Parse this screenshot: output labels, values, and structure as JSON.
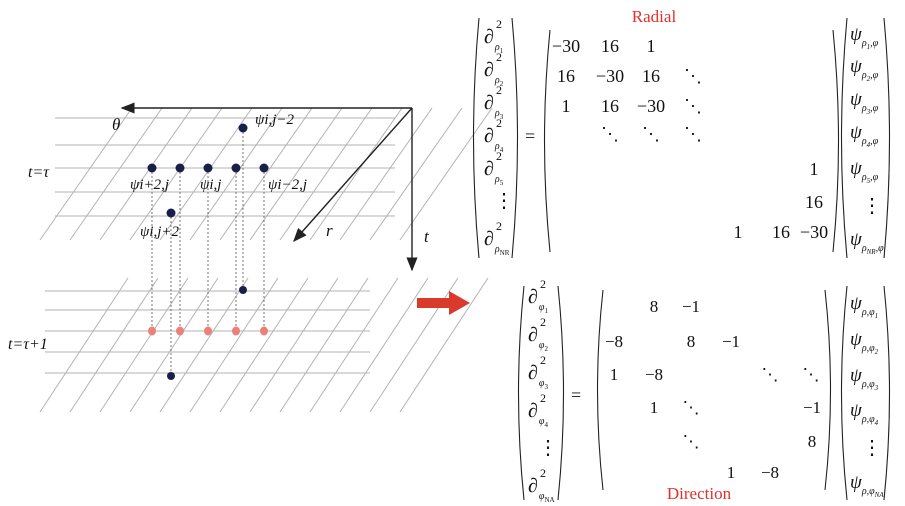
{
  "grid_labels": {
    "theta": "θ",
    "r": "r",
    "t": "t",
    "t_tau": "t=τ",
    "t_tau1": "t=τ+1",
    "psi_i_j_m2": "ψi,j−2",
    "psi_ip2_j": "ψi+2,j",
    "psi_i_j": "ψi,j",
    "psi_im2_j": "ψi−2,j",
    "psi_i_jp2": "ψi,j+2"
  },
  "radial": {
    "title": "Radial",
    "lhs_symbol": "∂",
    "lhs": [
      {
        "sub": "ρ1",
        "sup": "2"
      },
      {
        "sub": "ρ2",
        "sup": "2"
      },
      {
        "sub": "ρ3",
        "sup": "2"
      },
      {
        "sub": "ρ4",
        "sup": "2"
      },
      {
        "sub": "ρ5",
        "sup": "2"
      },
      {
        "sub": "⋮",
        "sup": ""
      },
      {
        "sub": "ρNR",
        "sup": "2"
      }
    ],
    "equals": "=",
    "matrix": [
      [
        "−30",
        "16",
        "1",
        "",
        "",
        "",
        ""
      ],
      [
        "16",
        "−30",
        "16",
        "⋱",
        "",
        "",
        ""
      ],
      [
        "1",
        "16",
        "−30",
        "⋱",
        "",
        "",
        ""
      ],
      [
        "",
        "⋱",
        "⋱",
        "⋱",
        "",
        "",
        ""
      ],
      [
        "",
        "",
        "",
        "",
        "",
        "",
        "1"
      ],
      [
        "",
        "",
        "",
        "",
        "",
        "",
        "16"
      ],
      [
        "",
        "",
        "",
        "",
        "1",
        "16",
        "−30"
      ]
    ],
    "rhs_symbol": "ψ",
    "rhs": [
      "ρ1,φ",
      "ρ2,φ",
      "ρ3,φ",
      "ρ4,φ",
      "ρ5,φ",
      "⋮",
      "ρNR,φ"
    ]
  },
  "direction": {
    "title": "Direction",
    "lhs_symbol": "∂",
    "lhs": [
      {
        "sub": "φ1",
        "sup": "2"
      },
      {
        "sub": "φ2",
        "sup": "2"
      },
      {
        "sub": "φ3",
        "sup": "2"
      },
      {
        "sub": "φ4",
        "sup": "2"
      },
      {
        "sub": "⋮",
        "sup": ""
      },
      {
        "sub": "φNA",
        "sup": "2"
      }
    ],
    "equals": "=",
    "matrix": [
      [
        "",
        "8",
        "−1",
        "",
        "",
        "",
        ""
      ],
      [
        "−8",
        "",
        "8",
        "−1",
        "",
        "",
        ""
      ],
      [
        "1",
        "−8",
        "",
        "",
        "⋱",
        "⋱",
        ""
      ],
      [
        "",
        "1",
        "⋱",
        "",
        "",
        "",
        "−1"
      ],
      [
        "",
        "",
        "⋱",
        "",
        "",
        "",
        "8"
      ],
      [
        "",
        "",
        "",
        "1",
        "−8",
        "",
        ""
      ]
    ],
    "rhs_symbol": "ψ",
    "rhs": [
      "ρ,φ1",
      "ρ,φ2",
      "ρ,φ3",
      "ρ,φ4",
      "⋮",
      "ρ,φNA"
    ]
  },
  "colors": {
    "grid_line": "#b3b3b3",
    "axis": "#222222",
    "node": "#1a1f4a",
    "highlight_node": "#e8827a",
    "arrow": "#d93a2c",
    "title": "#e0312b"
  }
}
